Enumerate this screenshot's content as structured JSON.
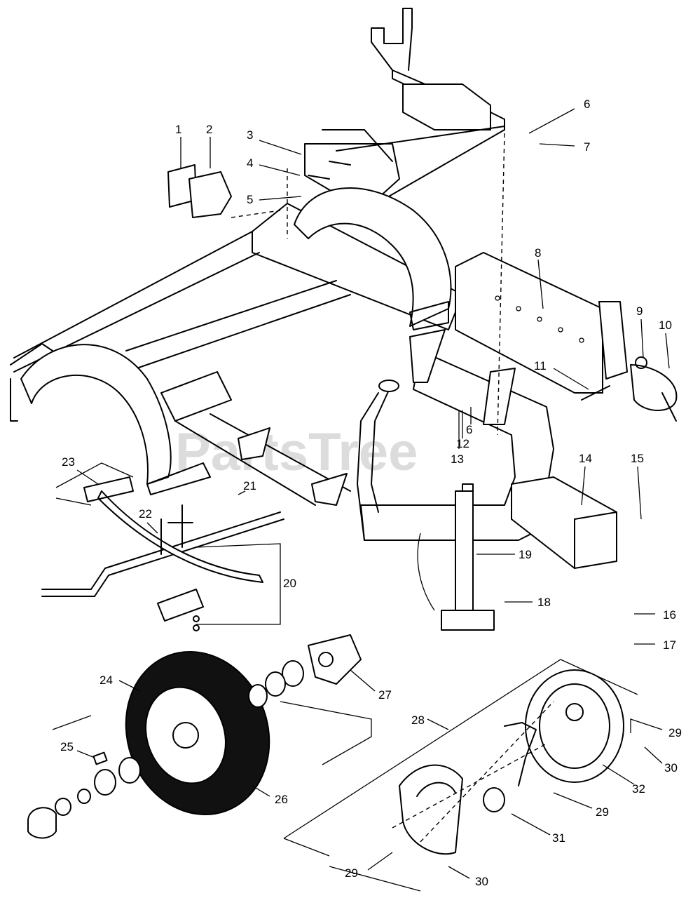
{
  "watermark": "PartsTree",
  "callouts": {
    "c1": "1",
    "c2": "2",
    "c3": "3",
    "c4": "4",
    "c5": "5",
    "c6a": "6",
    "c7": "7",
    "c8": "8",
    "c9": "9",
    "c10": "10",
    "c11": "11",
    "c6b": "6",
    "c12": "12",
    "c13": "13",
    "c14": "14",
    "c15": "15",
    "c16": "16",
    "c17": "17",
    "c18": "18",
    "c19": "19",
    "c20": "20",
    "c21": "21",
    "c22": "22",
    "c23": "23",
    "c24": "24",
    "c25": "25",
    "c26": "26",
    "c27": "27",
    "c28": "28",
    "c29a": "29",
    "c29b": "29",
    "c29c": "29",
    "c30a": "30",
    "c30b": "30",
    "c31": "31",
    "c32": "32"
  }
}
